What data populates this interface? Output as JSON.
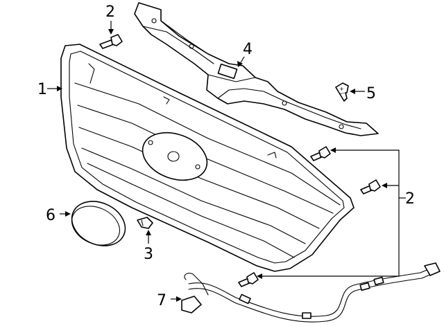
{
  "callouts": [
    {
      "id": "c1",
      "label": "1"
    },
    {
      "id": "c2a",
      "label": "2"
    },
    {
      "id": "c2b",
      "label": "2"
    },
    {
      "id": "c3",
      "label": "3"
    },
    {
      "id": "c4",
      "label": "4"
    },
    {
      "id": "c5",
      "label": "5"
    },
    {
      "id": "c6",
      "label": "6"
    },
    {
      "id": "c7",
      "label": "7"
    }
  ],
  "colors": {
    "line": "#000000",
    "background": "#ffffff"
  }
}
